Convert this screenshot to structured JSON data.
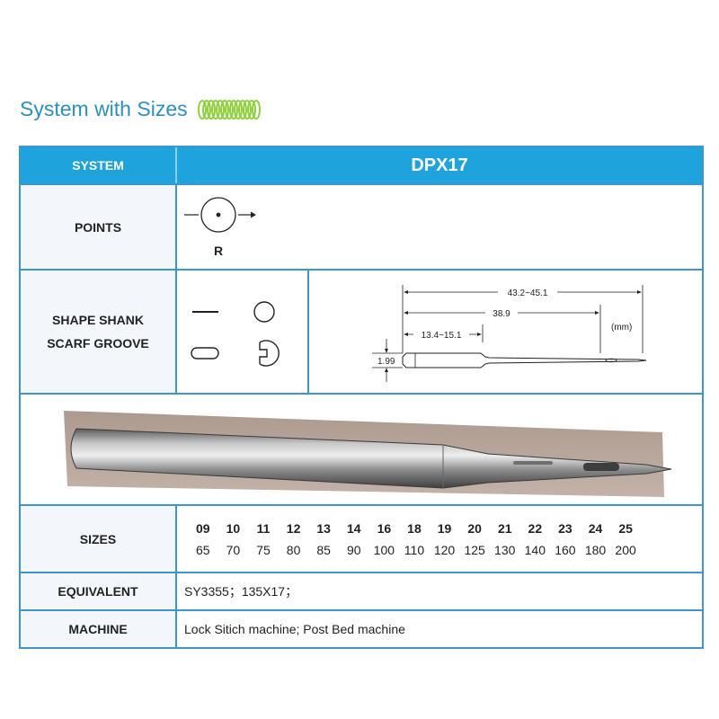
{
  "heading": {
    "title": "System with Sizes"
  },
  "table": {
    "system_label": "SYSTEM",
    "system_value": "DPX17",
    "points_label": "POINTS",
    "points_symbol": "R",
    "shape_label_1": "SHAPE SHANK",
    "shape_label_2": "SCARF GROOVE",
    "drawing": {
      "overall_length": "43.2~45.1",
      "length_to_eye": "38.9",
      "shank_length": "13.4~15.1",
      "shank_diameter": "1.99",
      "unit": "(mm)"
    },
    "sizes_label": "SIZES",
    "sizes": [
      {
        "num": "09",
        "metric": "65"
      },
      {
        "num": "10",
        "metric": "70"
      },
      {
        "num": "11",
        "metric": "75"
      },
      {
        "num": "12",
        "metric": "80"
      },
      {
        "num": "13",
        "metric": "85"
      },
      {
        "num": "14",
        "metric": "90"
      },
      {
        "num": "16",
        "metric": "100"
      },
      {
        "num": "18",
        "metric": "110"
      },
      {
        "num": "19",
        "metric": "120"
      },
      {
        "num": "20",
        "metric": "125"
      },
      {
        "num": "21",
        "metric": "130"
      },
      {
        "num": "22",
        "metric": "140"
      },
      {
        "num": "23",
        "metric": "160"
      },
      {
        "num": "24",
        "metric": "180"
      },
      {
        "num": "25",
        "metric": "200"
      }
    ],
    "equivalent_label": "EQUIVALENT",
    "equivalent_value": "SY3355；135X17；",
    "machine_label": "MACHINE",
    "machine_value": "Lock Sitich machine; Post Bed machine"
  },
  "colors": {
    "accent_blue": "#1fa3dd",
    "border_blue": "#3a95d0",
    "heading_blue": "#2a8fc7",
    "spring_green": "#8fd13a"
  }
}
